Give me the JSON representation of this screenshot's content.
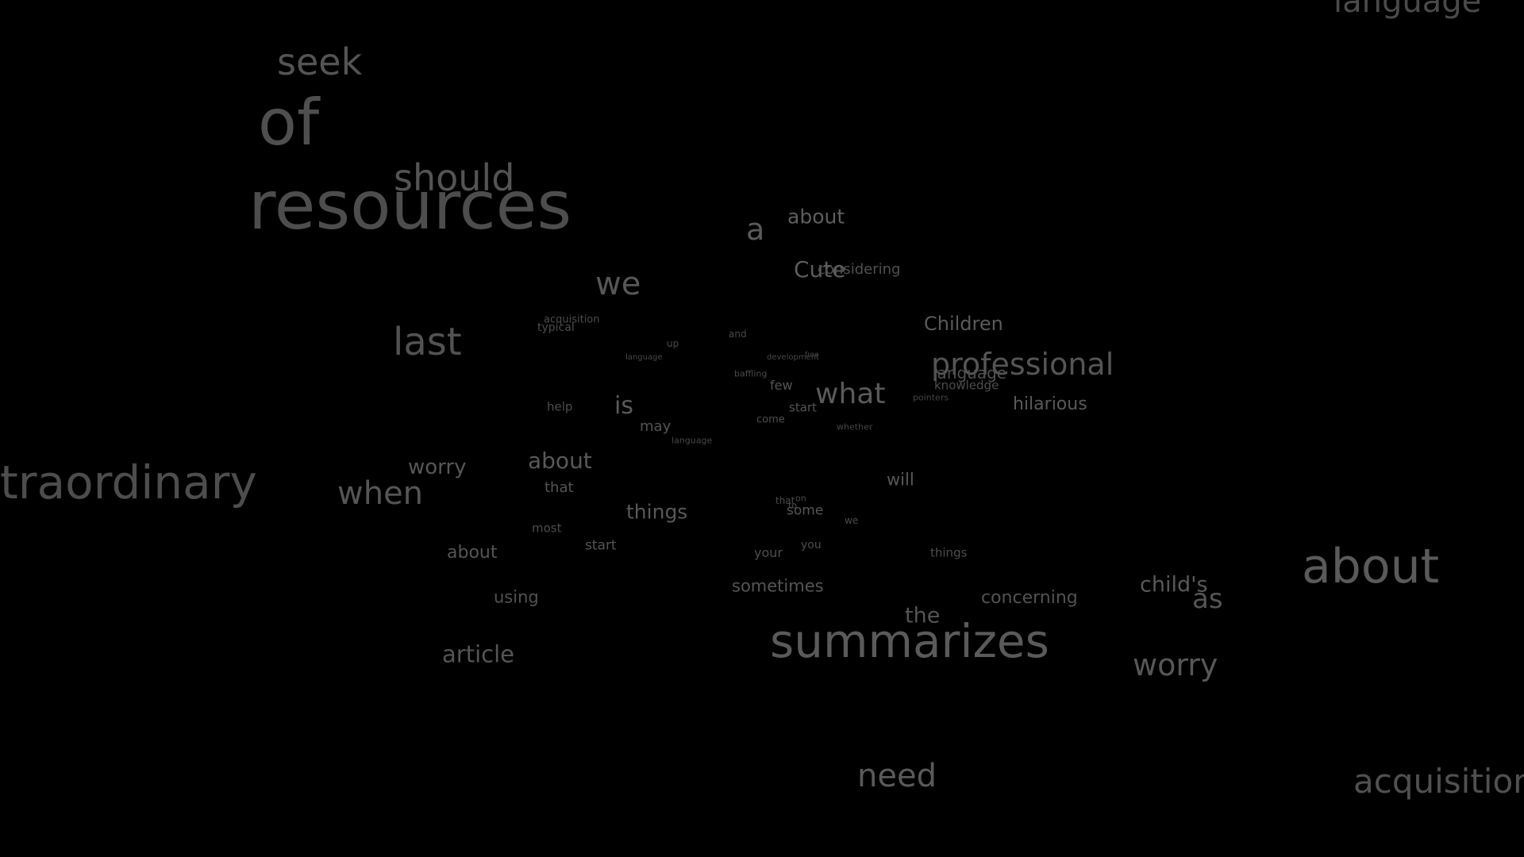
{
  "background_color": "#000000",
  "word_color": "#5a5a5a",
  "words": [
    {
      "id": "w01",
      "text": "language"
    },
    {
      "id": "w02",
      "text": "seek"
    },
    {
      "id": "w03",
      "text": "of"
    },
    {
      "id": "w04",
      "text": "should"
    },
    {
      "id": "w05",
      "text": "resources"
    },
    {
      "id": "w06",
      "text": "about"
    },
    {
      "id": "w07",
      "text": "a"
    },
    {
      "id": "w08",
      "text": "Cute"
    },
    {
      "id": "w09",
      "text": "considering"
    },
    {
      "id": "w10",
      "text": "we"
    },
    {
      "id": "w11",
      "text": "acquisition"
    },
    {
      "id": "w12",
      "text": "typical"
    },
    {
      "id": "w13",
      "text": "Children"
    },
    {
      "id": "w14",
      "text": "last"
    },
    {
      "id": "w15",
      "text": "up"
    },
    {
      "id": "w16",
      "text": "and"
    },
    {
      "id": "w17",
      "text": "language"
    },
    {
      "id": "w18",
      "text": "development"
    },
    {
      "id": "w19",
      "text": "free"
    },
    {
      "id": "w20",
      "text": "professional"
    },
    {
      "id": "w21",
      "text": "language"
    },
    {
      "id": "w22",
      "text": "baffling"
    },
    {
      "id": "w23",
      "text": "few"
    },
    {
      "id": "w24",
      "text": "knowledge"
    },
    {
      "id": "w25",
      "text": "what"
    },
    {
      "id": "w26",
      "text": "pointers"
    },
    {
      "id": "w27",
      "text": "hilarious"
    },
    {
      "id": "w28",
      "text": "help"
    },
    {
      "id": "w29",
      "text": "is"
    },
    {
      "id": "w30",
      "text": "start"
    },
    {
      "id": "w31",
      "text": "may"
    },
    {
      "id": "w32",
      "text": "come"
    },
    {
      "id": "w33",
      "text": "whether"
    },
    {
      "id": "w34",
      "text": "language"
    },
    {
      "id": "w35",
      "text": "worry"
    },
    {
      "id": "w36",
      "text": "about"
    },
    {
      "id": "w37",
      "text": "traordinary"
    },
    {
      "id": "w38",
      "text": "when"
    },
    {
      "id": "w39",
      "text": "that"
    },
    {
      "id": "w40",
      "text": "will"
    },
    {
      "id": "w41",
      "text": "that"
    },
    {
      "id": "w42",
      "text": "on"
    },
    {
      "id": "w43",
      "text": "things"
    },
    {
      "id": "w44",
      "text": "to"
    },
    {
      "id": "w45",
      "text": "some"
    },
    {
      "id": "w46",
      "text": "we"
    },
    {
      "id": "w47",
      "text": "most"
    },
    {
      "id": "w48",
      "text": "start"
    },
    {
      "id": "w49",
      "text": "you"
    },
    {
      "id": "w50",
      "text": "about"
    },
    {
      "id": "w51",
      "text": "your"
    },
    {
      "id": "w52",
      "text": "things"
    },
    {
      "id": "w53",
      "text": "about"
    },
    {
      "id": "w54",
      "text": "child's"
    },
    {
      "id": "w55",
      "text": "sometimes"
    },
    {
      "id": "w56",
      "text": "using"
    },
    {
      "id": "w57",
      "text": "concerning"
    },
    {
      "id": "w58",
      "text": "as"
    },
    {
      "id": "w59",
      "text": "the"
    },
    {
      "id": "w60",
      "text": "summarizes"
    },
    {
      "id": "w61",
      "text": "article"
    },
    {
      "id": "w62",
      "text": "worry"
    },
    {
      "id": "w63",
      "text": "need"
    },
    {
      "id": "w64",
      "text": "acquisition"
    }
  ]
}
